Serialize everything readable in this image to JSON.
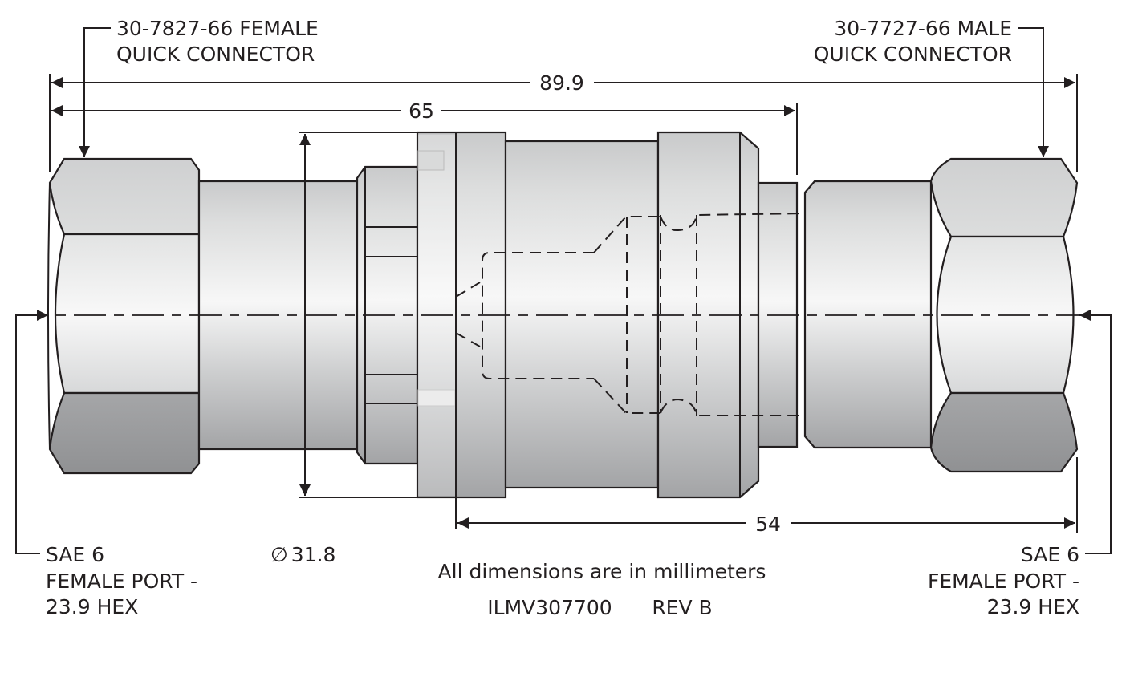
{
  "labels": {
    "female_connector": [
      "30-7827-66 FEMALE",
      "QUICK CONNECTOR"
    ],
    "male_connector": [
      "30-7727-66 MALE",
      "QUICK CONNECTOR"
    ],
    "left_port": [
      "SAE 6",
      "FEMALE PORT -",
      "23.9 HEX"
    ],
    "right_port": [
      "SAE 6",
      "FEMALE PORT -",
      "23.9 HEX"
    ]
  },
  "dimensions": {
    "overall_length": "89.9",
    "length_65": "65",
    "length_54": "54",
    "diameter": "31.8",
    "diameter_symbol": "∅"
  },
  "notes": {
    "units": "All dimensions are in millimeters",
    "part_number": "ILMV307700",
    "revision": "REV B"
  }
}
